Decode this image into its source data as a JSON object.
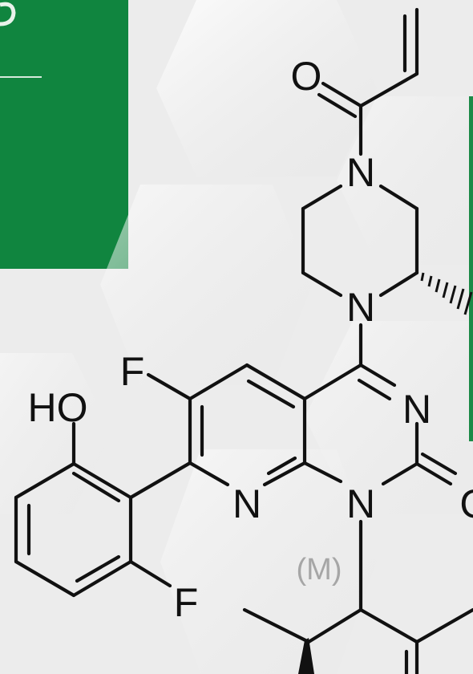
{
  "diagram": {
    "atoms": {
      "o_carbonyl": "O",
      "n_top": "N",
      "n_bottom": "N",
      "f_upper": "F",
      "ho": "HO",
      "n_pyrimidine": "N",
      "n_pyridine": "N",
      "n_lactam": "N",
      "o_edge": "O",
      "f_lower": "F"
    },
    "stereo_label": "(M)"
  },
  "colors": {
    "panel_green": "#10853f",
    "bond": "#111111",
    "label_grey": "#a6a6a6",
    "background": "#ececec"
  }
}
